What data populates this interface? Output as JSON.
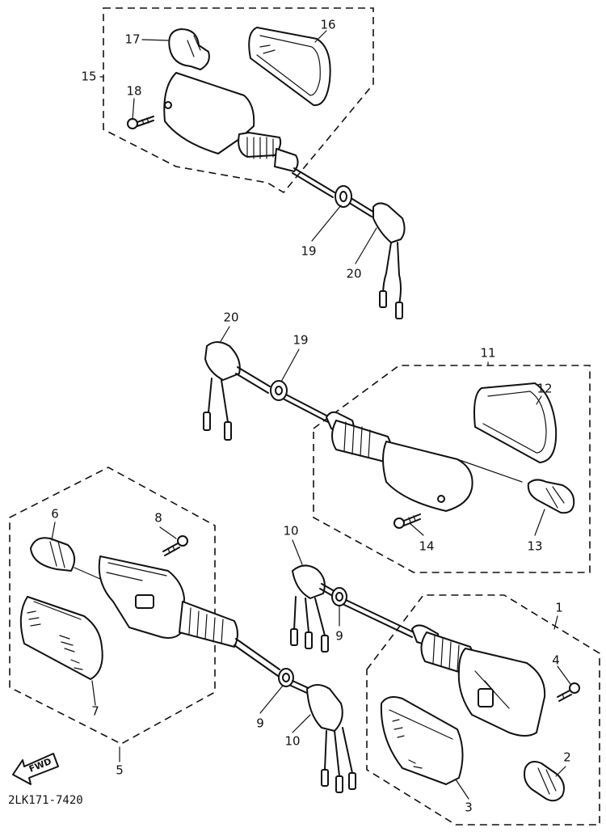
{
  "diagram": {
    "drawing_code": "2LK171-7420",
    "direction_marker": "FWD",
    "callouts": [
      {
        "id": "15a",
        "text": "15"
      },
      {
        "id": "17",
        "text": "17"
      },
      {
        "id": "16",
        "text": "16"
      },
      {
        "id": "18",
        "text": "18"
      },
      {
        "id": "19a",
        "text": "19"
      },
      {
        "id": "20a",
        "text": "20"
      },
      {
        "id": "20b",
        "text": "20"
      },
      {
        "id": "19b",
        "text": "19"
      },
      {
        "id": "11",
        "text": "11"
      },
      {
        "id": "12",
        "text": "12"
      },
      {
        "id": "13",
        "text": "13"
      },
      {
        "id": "14",
        "text": "14"
      },
      {
        "id": "6",
        "text": "6"
      },
      {
        "id": "8",
        "text": "8"
      },
      {
        "id": "10a",
        "text": "10"
      },
      {
        "id": "1",
        "text": "1"
      },
      {
        "id": "9a",
        "text": "9"
      },
      {
        "id": "4",
        "text": "4"
      },
      {
        "id": "7",
        "text": "7"
      },
      {
        "id": "9b",
        "text": "9"
      },
      {
        "id": "10b",
        "text": "10"
      },
      {
        "id": "2",
        "text": "2"
      },
      {
        "id": "5",
        "text": "5"
      },
      {
        "id": "3",
        "text": "3"
      }
    ]
  }
}
